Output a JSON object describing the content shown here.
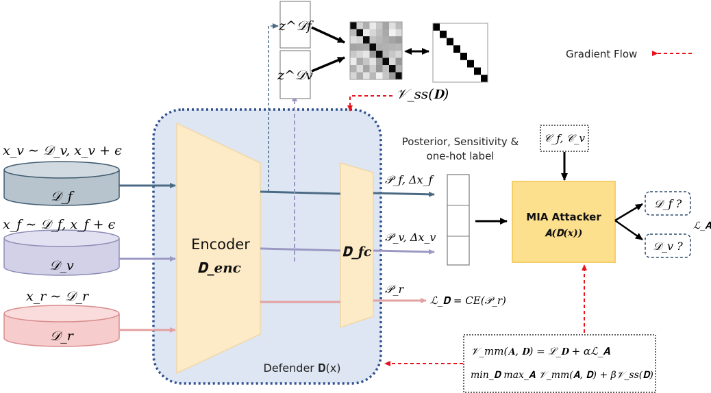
{
  "legend": {
    "label": "Gradient Flow"
  },
  "datasets": {
    "forget": {
      "caption": "x_v ∼ 𝒟_v, x_v + ϵ",
      "label": "𝒟_f"
    },
    "validation": {
      "caption": "x_f ∼ 𝒟_f, x_f + ϵ",
      "label": "𝒟_v"
    },
    "retain": {
      "caption": "x_r ∼ 𝒟_r",
      "label": "𝒟_r"
    }
  },
  "defender": {
    "title": "Defender 𝐃(x)",
    "encoder_label": "Encoder",
    "encoder_symbol": "𝐃_enc",
    "fc_symbol": "𝐃_fc"
  },
  "embeddings": {
    "z_f": "z^𝒟f",
    "z_v": "z^𝒟v",
    "loss": "𝒱_ss(𝐃)"
  },
  "outputs": {
    "header_line1": "Posterior, Sensitivity &",
    "header_line2": "one-hot label",
    "forget": "𝒫_f, Δx_f",
    "validation": "𝒫_v, Δx_v",
    "retain": "𝒫_r",
    "retain_loss": "ℒ_𝐃 = CE(𝒫_r)"
  },
  "attacker": {
    "condition": "𝒞_f, 𝒞_v",
    "title": "MIA Attacker",
    "subtitle": "𝐀(𝐃(x))",
    "out_forget": "𝒟_f ?",
    "out_validation": "𝒟_v ?",
    "loss": "ℒ_𝐀"
  },
  "objective": {
    "line1": "𝒱_mm(𝐀, 𝐃) = ℒ_𝐃 + αℒ_𝐀",
    "line2": "min_𝐃 max_𝐀 𝒱_mm(𝐀, 𝐃) + β𝒱_ss(𝐃)"
  },
  "colors": {
    "forget": "#4a6a84",
    "validation": "#9b99c4",
    "retain": "#e3a0a0",
    "gradient": "#e8121c",
    "defender_fill": "#dde6f2",
    "defender_border": "#2f4f8f",
    "encoder_fill": "#fdeac6",
    "attacker_fill": "#fde08e"
  }
}
